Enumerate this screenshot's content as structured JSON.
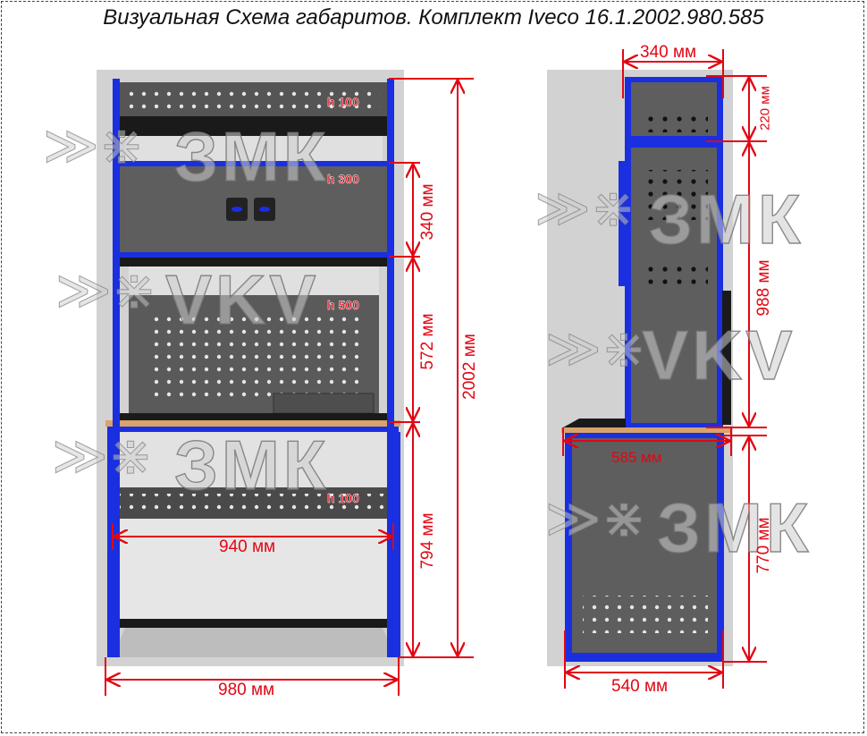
{
  "title": "Визуальная Схема габаритов. Комплект Iveco 16.1.2002.980.585",
  "front_view": {
    "modules": [
      "h 100",
      "h 300",
      "h 500",
      "h 100"
    ],
    "dimensions": {
      "total_height": "2002 мм",
      "module_300": "340 мм",
      "module_500": "572 мм",
      "lower": "794 мм",
      "inner_width": "940 мм",
      "outer_width": "980 мм"
    }
  },
  "side_view": {
    "dimensions": {
      "top_depth": "340 мм",
      "top_height": "220 мм",
      "upper_height": "988 мм",
      "worktop_depth": "585 мм",
      "lower_height": "770 мм",
      "lower_depth": "540 мм"
    }
  },
  "watermarks": [
    "ЗМК",
    "VKV"
  ],
  "colors": {
    "frame_blue": "#1a2fe0",
    "panel": "#5a5a5a",
    "dim_red": "#e30613",
    "worktop": "#d9a36a"
  }
}
